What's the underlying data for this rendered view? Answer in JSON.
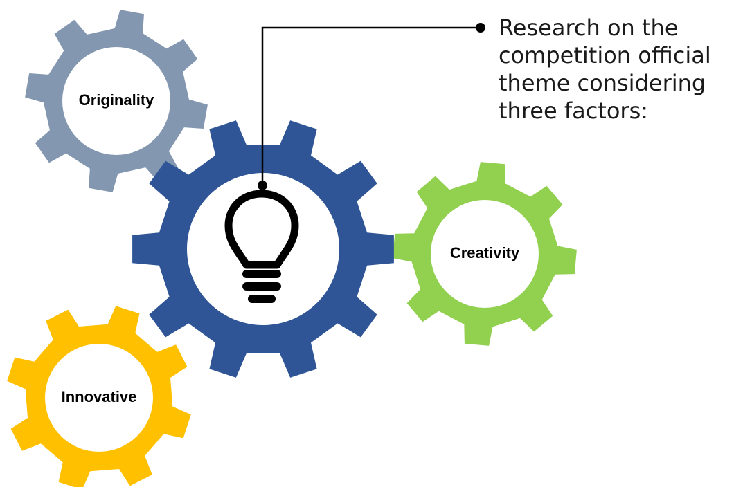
{
  "gears": {
    "originality": {
      "label": "Originality",
      "color": "#8497b0"
    },
    "main": {
      "icon": "lightbulb-icon",
      "color": "#2f5597"
    },
    "creativity": {
      "label": "Creativity",
      "color": "#92d050"
    },
    "innovative": {
      "label": "Innovative",
      "color": "#ffc000"
    }
  },
  "callout": {
    "lines": [
      "Research on the",
      "competition official",
      "theme considering",
      "three factors:"
    ]
  }
}
